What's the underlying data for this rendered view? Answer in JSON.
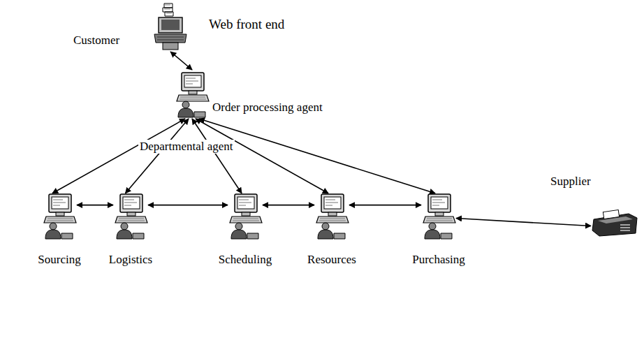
{
  "diagram": {
    "nodes": [
      {
        "text": [
          "Customer",
          "Web front end"
        ]
      },
      {
        "text": [
          "Order processing agent"
        ]
      },
      {
        "text": [
          "Sourcing"
        ]
      },
      {
        "text": [
          "Logistics"
        ]
      },
      {
        "text": [
          "Scheduling"
        ]
      },
      {
        "text": [
          "Resources"
        ]
      },
      {
        "text": [
          "Purchasing"
        ]
      },
      {
        "text": [
          "Supplier"
        ]
      }
    ],
    "edges": [
      {
        "from": 0,
        "to": 1,
        "arrow": "both"
      },
      {
        "from": 1,
        "to": 2,
        "arrow": "both"
      },
      {
        "from": 1,
        "to": 3,
        "arrow": "both"
      },
      {
        "from": 1,
        "to": 4,
        "arrow": "both"
      },
      {
        "from": 1,
        "to": 5,
        "arrow": "both"
      },
      {
        "from": 1,
        "to": 6,
        "arrow": "both"
      },
      {
        "from": 2,
        "to": 3,
        "arrow": "both"
      },
      {
        "from": 3,
        "to": 4,
        "arrow": "both"
      },
      {
        "from": 4,
        "to": 5,
        "arrow": "both"
      },
      {
        "from": 5,
        "to": 6,
        "arrow": "both"
      },
      {
        "from": 6,
        "to": 7,
        "arrow": "both"
      }
    ],
    "labels": [
      "Departmental agent"
    ]
  }
}
